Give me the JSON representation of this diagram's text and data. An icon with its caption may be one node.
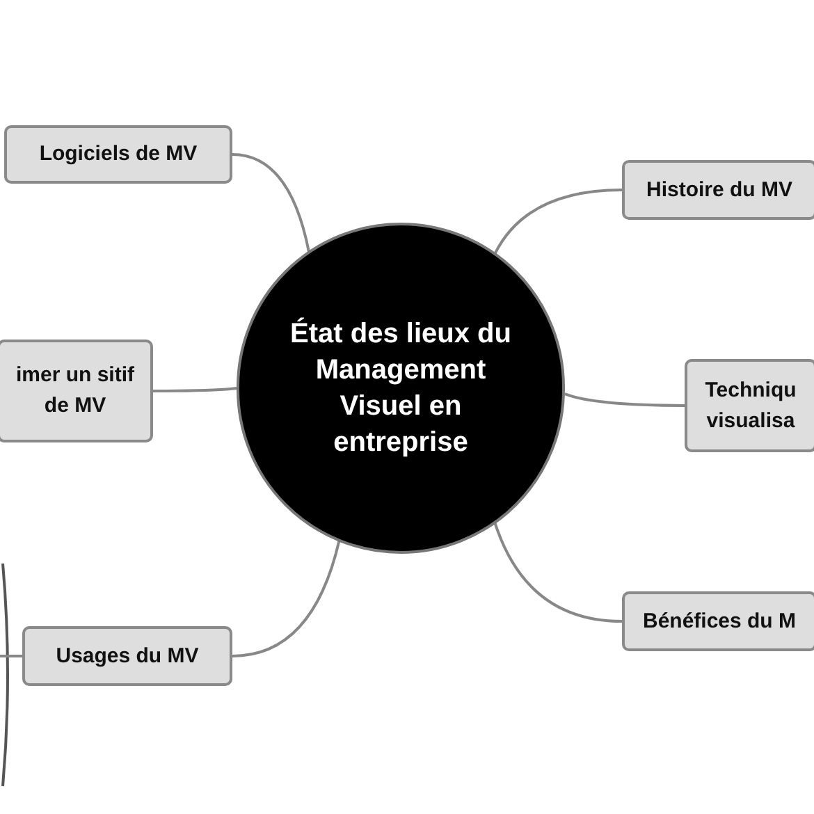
{
  "diagram": {
    "nodes": [
      {
        "text": [
          "État des lieux du Management Visuel en entreprise"
        ]
      },
      {
        "text": [
          "Logiciels de MV"
        ]
      },
      {
        "text": [
          "Histoire du MV"
        ]
      },
      {
        "text": [
          "imer un sitif de MV"
        ]
      },
      {
        "text": [
          "Techniqu visualisa"
        ]
      },
      {
        "text": [
          "Usages du MV"
        ]
      },
      {
        "text": [
          "Bénéfices du M"
        ]
      }
    ],
    "edges": [
      {
        "from": 0,
        "to": 1,
        "arrow": "none"
      },
      {
        "from": 0,
        "to": 2,
        "arrow": "none"
      },
      {
        "from": 0,
        "to": 3,
        "arrow": "none"
      },
      {
        "from": 0,
        "to": 4,
        "arrow": "none"
      },
      {
        "from": 0,
        "to": 5,
        "arrow": "none"
      },
      {
        "from": 0,
        "to": 6,
        "arrow": "none"
      },
      {
        "from": 5,
        "to": null,
        "arrow": "none"
      }
    ]
  }
}
